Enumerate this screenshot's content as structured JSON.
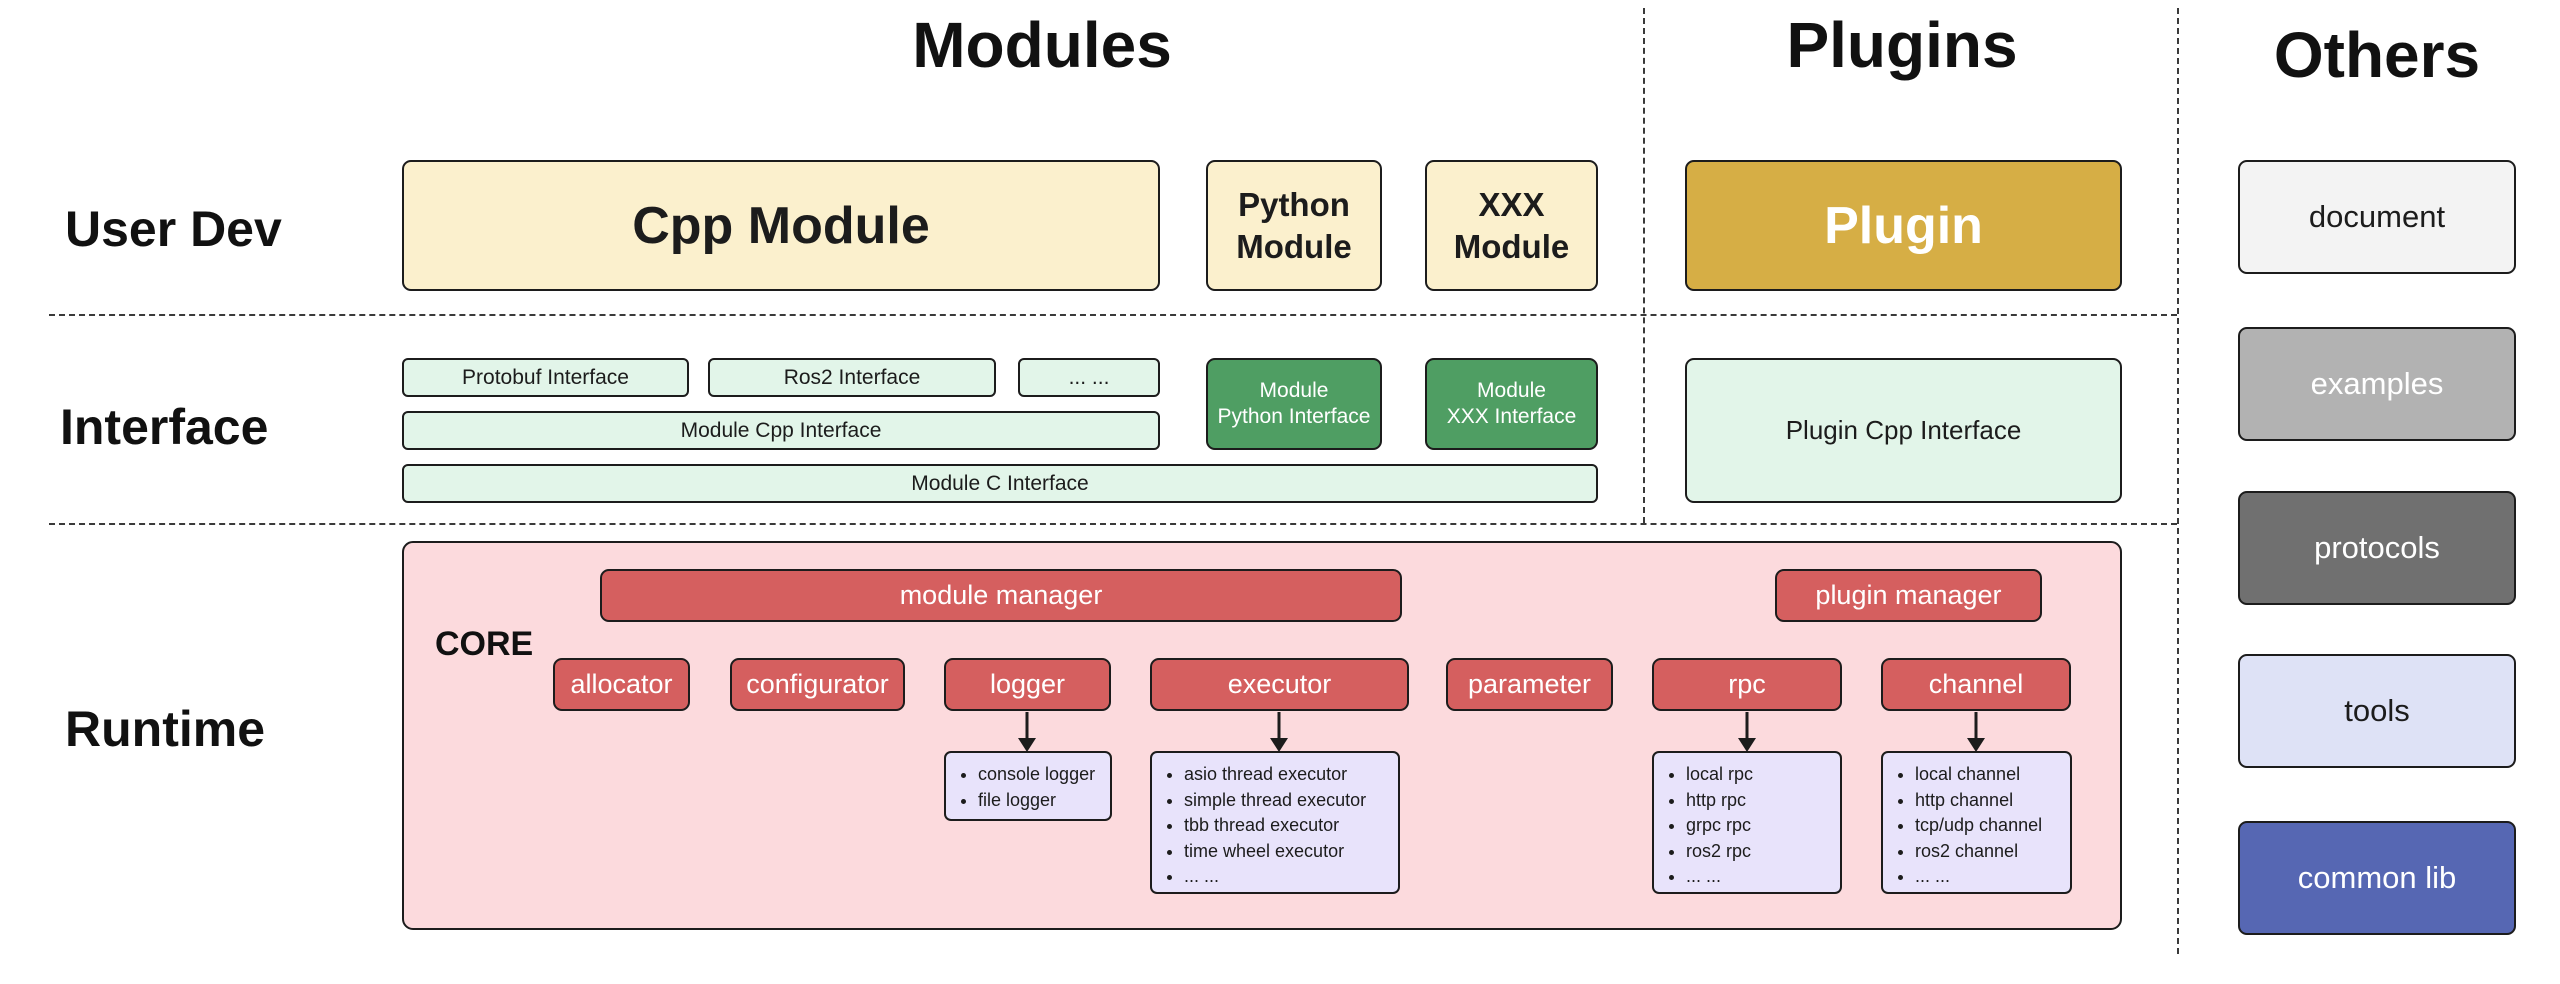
{
  "headers": {
    "modules": "Modules",
    "plugins": "Plugins",
    "others": "Others"
  },
  "row_labels": {
    "user_dev": "User Dev",
    "interface": "Interface",
    "runtime": "Runtime"
  },
  "user_dev": {
    "cpp_module": "Cpp Module",
    "python_module": "Python\nModule",
    "xxx_module": "XXX\nModule",
    "plugin": "Plugin"
  },
  "interface": {
    "protobuf": "Protobuf Interface",
    "ros2": "Ros2 Interface",
    "more": "... ...",
    "module_cpp": "Module Cpp Interface",
    "module_c": "Module C Interface",
    "module_python": "Module\nPython Interface",
    "module_xxx": "Module\nXXX Interface",
    "plugin_cpp": "Plugin Cpp Interface"
  },
  "runtime": {
    "core": "CORE",
    "module_manager": "module manager",
    "plugin_manager": "plugin manager",
    "components": [
      "allocator",
      "configurator",
      "logger",
      "executor",
      "parameter",
      "rpc",
      "channel"
    ],
    "logger_items": [
      "console logger",
      "file logger"
    ],
    "executor_items": [
      "asio thread executor",
      "simple thread executor",
      "tbb thread executor",
      "time wheel executor",
      "... ..."
    ],
    "rpc_items": [
      "local rpc",
      "http rpc",
      "grpc rpc",
      "ros2 rpc",
      "... ..."
    ],
    "channel_items": [
      "local channel",
      "http channel",
      "tcp/udp channel",
      "ros2 channel",
      "... ..."
    ]
  },
  "others": {
    "document": "document",
    "examples": "examples",
    "protocols": "protocols",
    "tools": "tools",
    "common_lib": "common lib"
  },
  "colors": {
    "cream": "#fbf0cd",
    "gold": "#d6ae45",
    "light_green": "#e2f5e9",
    "dark_green": "#4f9e63",
    "pink": "#fcdadd",
    "red": "#d55f5f",
    "lavender": "#e8e3fb",
    "document_gray": "#f3f3f3",
    "examples_gray": "#b2b2b2",
    "protocols_gray": "#707070",
    "tools_lavender": "#dee2f6",
    "common_lib_indigo": "#5667b3",
    "border": "#1c1c1c"
  }
}
